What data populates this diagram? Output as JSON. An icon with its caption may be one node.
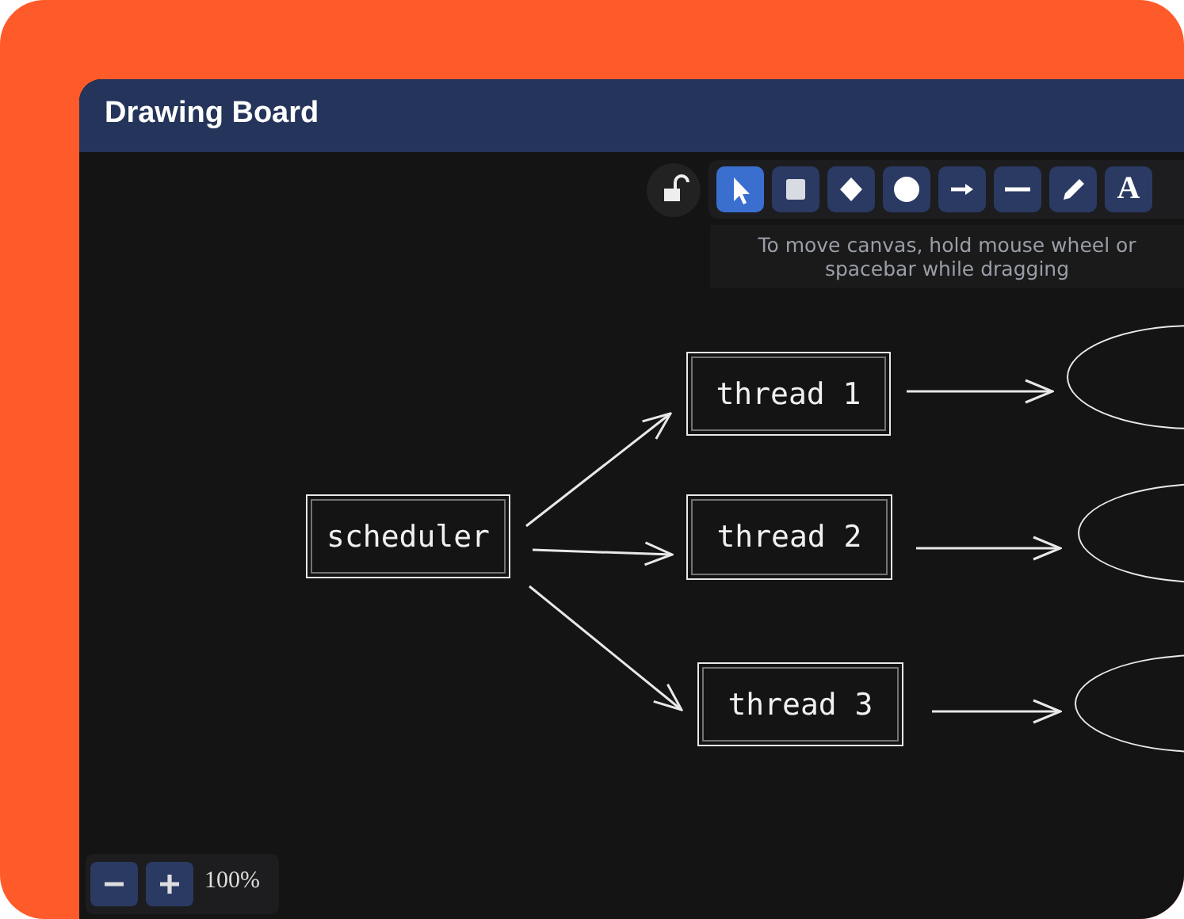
{
  "diagram": {
    "title": "Drawing Board",
    "nodes": [
      {
        "text": [
          "scheduler"
        ]
      },
      {
        "text": [
          "thread 1"
        ]
      },
      {
        "text": [
          "thread 2"
        ]
      },
      {
        "text": [
          "thread 3"
        ]
      },
      {
        "text": [],
        "shape": "ellipse"
      },
      {
        "text": [],
        "shape": "ellipse"
      },
      {
        "text": [],
        "shape": "ellipse"
      }
    ],
    "edges": [
      {
        "from": 0,
        "to": 1,
        "arrow": "to"
      },
      {
        "from": 0,
        "to": 2,
        "arrow": "to"
      },
      {
        "from": 0,
        "to": 3,
        "arrow": "to"
      },
      {
        "from": 1,
        "to": 4,
        "arrow": "to"
      },
      {
        "from": 2,
        "to": 5,
        "arrow": "to"
      },
      {
        "from": 3,
        "to": 6,
        "arrow": "to"
      }
    ],
    "labels": [
      "A",
      "To move canvas, hold mouse wheel or spacebar while dragging",
      "100%"
    ]
  }
}
